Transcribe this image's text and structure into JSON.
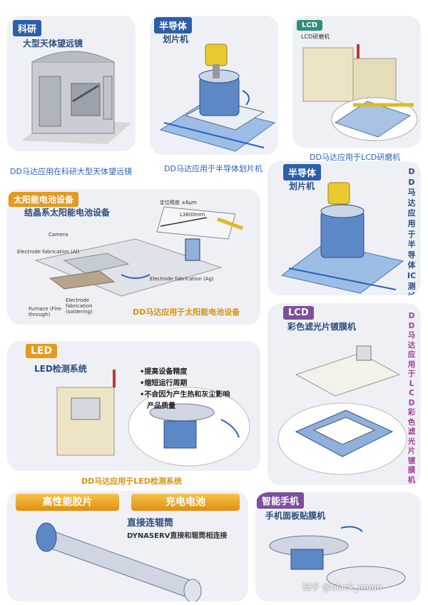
{
  "panel_telescope": {
    "tag": "科研",
    "title": "大型天体望远镜",
    "caption": "DD马达应用在科研大型天体望远镜"
  },
  "panel_semi_dicing": {
    "tag": "半导体",
    "title": "划片机",
    "caption": "DD马达应用于半导体划片机"
  },
  "panel_lcd_grind": {
    "tag": "LCD",
    "title": "LCD研磨机",
    "caption": "DD马达应用于LCD研磨机"
  },
  "panel_solar": {
    "tag": "太阳能电池设备",
    "title": "结晶系太阳能电池设备",
    "label_precision": "定位精度 ±6μm",
    "label_length": "L3600mm",
    "label_camera": "Camera",
    "label_electrode_al": "Electrode fabrication (Al)",
    "label_electrode_ag": "Electrode fabrication (Ag)",
    "label_electrode_soldering": "Electrode fabrication (soldering)",
    "label_furnace": "Furnace (Fire-through)",
    "caption": "DD马达应用于太阳能电池设备"
  },
  "panel_ic_test": {
    "tag": "半导体",
    "title": "划片机",
    "vertical_caption": "DD马达应用于半导体IC测试机"
  },
  "panel_led": {
    "tag": "LED",
    "title": "LED检测系统",
    "bullets": [
      "•提高设备精度",
      "•缩短运行周期",
      "•不会因为产生热和灰尘影响",
      "产品质量"
    ],
    "caption": "DD马达应用于LED检测系统"
  },
  "panel_lcd_film": {
    "tag": "LCD",
    "title": "彩色滤光片镀膜机",
    "vertical_caption": "DD马达应用于LCD彩色滤光片镀膜机"
  },
  "panel_film": {
    "banner_left": "高性能胶片",
    "banner_right": "充电电池",
    "title": "直接连辊筒",
    "subtitle": "DYNASERV直接和辊筒相连接"
  },
  "panel_phone": {
    "tag": "智能手机",
    "title": "手机面板贴膜机"
  },
  "watermark": "知乎 @black_moon",
  "colors": {
    "tag_blue": "#2d5fa8",
    "tag_purple": "#7d4f9c",
    "tag_orange": "#e39a1e",
    "caption_blue": "#2a62b8"
  }
}
